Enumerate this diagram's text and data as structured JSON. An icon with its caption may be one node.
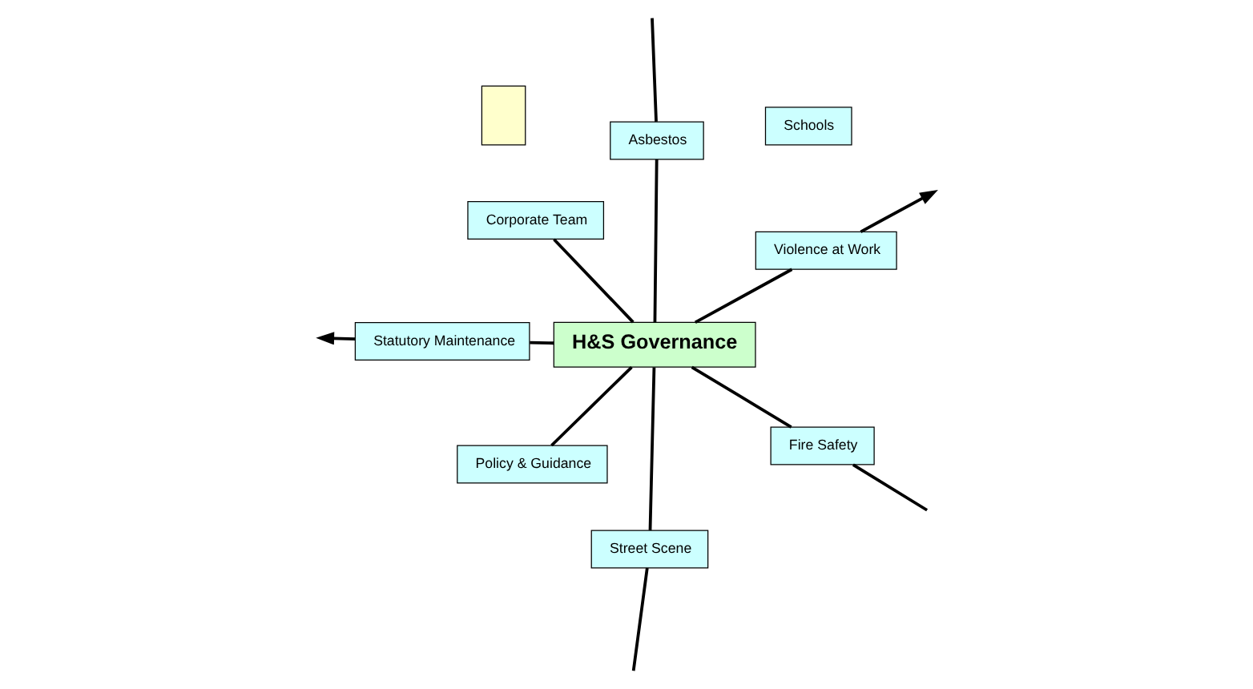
{
  "diagram": {
    "nodes": [
      {
        "text": [
          "H&S Governance"
        ]
      },
      {
        "text": [
          "Street Scene"
        ]
      },
      {
        "text": [
          "Policy & Guidance"
        ]
      },
      {
        "text": [
          "Corporate Team"
        ]
      },
      {
        "text": [
          "Fire Safety"
        ]
      },
      {
        "text": [
          "Schools"
        ]
      },
      {
        "text": [
          "Asbestos"
        ]
      },
      {
        "text": [
          "Statutory Maintenance"
        ]
      },
      {
        "text": [
          "Violence at Work"
        ]
      },
      {
        "text": [],
        "shape": "box"
      }
    ],
    "edges": [
      {
        "from": 0,
        "to": 1,
        "arrow": "none"
      },
      {
        "from": 1,
        "to": null,
        "arrow": "none"
      },
      {
        "from": 0,
        "to": 2,
        "arrow": "none"
      },
      {
        "from": 0,
        "to": 3,
        "arrow": "none"
      },
      {
        "from": 0,
        "to": 4,
        "arrow": "none"
      },
      {
        "from": 4,
        "to": null,
        "arrow": "none"
      },
      {
        "from": 0,
        "to": 6,
        "arrow": "none"
      },
      {
        "from": 6,
        "to": null,
        "arrow": "none"
      },
      {
        "from": 0,
        "to": 7,
        "arrow": "none"
      },
      {
        "from": 7,
        "to": null,
        "arrow": "to"
      },
      {
        "from": 0,
        "to": 8,
        "arrow": "none"
      },
      {
        "from": 8,
        "to": null,
        "arrow": "to"
      }
    ]
  }
}
